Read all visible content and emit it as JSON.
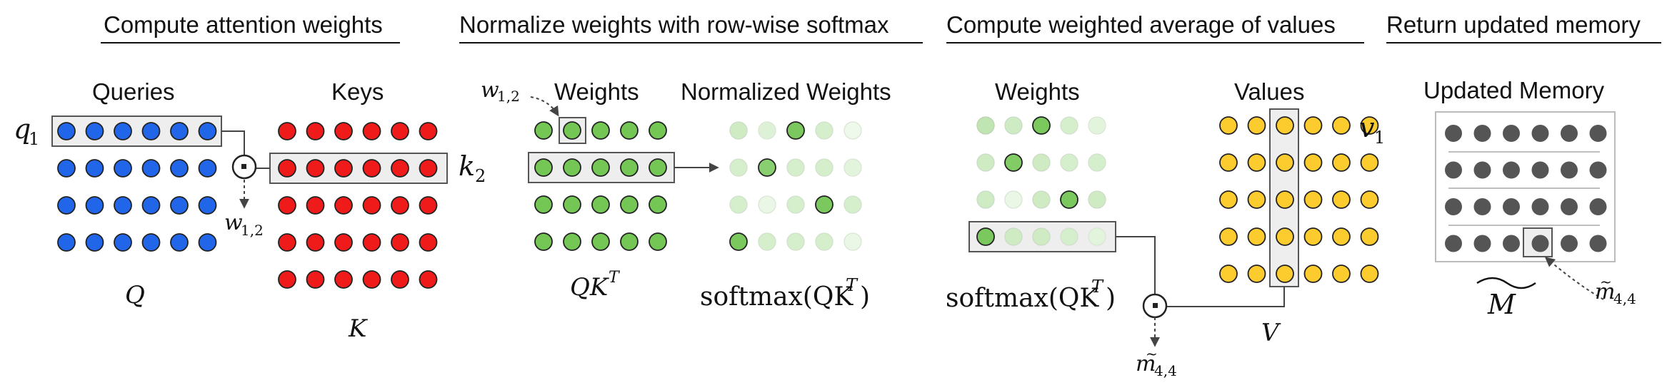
{
  "sections": {
    "compute_attention": {
      "title": "Compute attention weights",
      "queries_label": "Queries",
      "keys_label": "Keys",
      "q_row_label": "q",
      "q_row_sub": "1",
      "k_row_label": "k",
      "k_row_sub": "2",
      "dot_out_label": "w",
      "dot_out_sub": "1,2",
      "q_matrix_label": "Q",
      "k_matrix_label": "K"
    },
    "normalize": {
      "title": "Normalize weights with row-wise softmax",
      "weights_label": "Weights",
      "normalized_label": "Normalized Weights",
      "w_label": "w",
      "w_sub": "1,2",
      "qkt_label": "QK",
      "qkt_sup": "T",
      "softmax_label": "softmax(QK",
      "softmax_sup": "T",
      "softmax_close": ")"
    },
    "weighted_average": {
      "title": "Compute weighted average of values",
      "weights_label": "Weights",
      "values_label": "Values",
      "v_label": "v",
      "v_sub": "1",
      "softmax_label": "softmax(QK",
      "softmax_sup": "T",
      "softmax_close": ")",
      "out_label": "m",
      "out_sub": "4,4",
      "v_matrix_label": "V"
    },
    "return_memory": {
      "title": "Return updated memory",
      "updated_label": "Updated Memory",
      "m_label": "M",
      "out_label": "m",
      "out_sub": "4,4"
    }
  },
  "colors": {
    "query": "#2166e8",
    "key": "#ef1a1a",
    "weight": "#74c655",
    "value": "#fccb2e",
    "memory": "#555555",
    "highlight_fill": "#eeeeee",
    "highlight_stroke": "#555555"
  },
  "matrices": {
    "queries": {
      "rows": 4,
      "cols": 6
    },
    "keys": {
      "rows": 5,
      "cols": 6
    },
    "weights": {
      "rows": 4,
      "cols": 5
    },
    "normalized_weights": [
      [
        0.35,
        0.25,
        0.95,
        0.3,
        0.12
      ],
      [
        0.3,
        0.85,
        0.3,
        0.3,
        0.2
      ],
      [
        0.3,
        0.15,
        0.3,
        0.95,
        0.3
      ],
      [
        0.95,
        0.3,
        0.3,
        0.3,
        0.15
      ]
    ],
    "attn_weights": [
      [
        0.45,
        0.35,
        0.95,
        0.3,
        0.2
      ],
      [
        0.35,
        0.9,
        0.35,
        0.3,
        0.3
      ],
      [
        0.35,
        0.15,
        0.35,
        0.95,
        0.35
      ],
      [
        0.95,
        0.35,
        0.35,
        0.3,
        0.2
      ]
    ],
    "values": {
      "rows": 5,
      "cols": 6
    },
    "memory": {
      "rows": 4,
      "cols": 6
    }
  }
}
